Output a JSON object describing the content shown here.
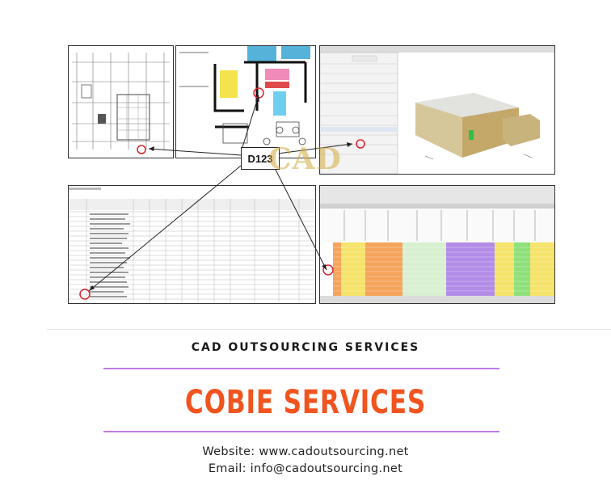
{
  "collage": {
    "callout_label": "D123",
    "watermark": "CAD",
    "accent_colors": {
      "highlight_circle": "#d8232a",
      "sheet_green": "#8ee07a",
      "sheet_orange": "#f5a45c",
      "sheet_purple": "#b38ce8",
      "model_wall": "#cdb98a"
    }
  },
  "tagline": "CAD OUTSOURCING SERVICES",
  "title": "COBIE SERVICES",
  "contact": {
    "website": "Website: www.cadoutsourcing.net",
    "email": "Email: info@cadoutsourcing.net"
  },
  "colors": {
    "title": "#f1541f",
    "rule": "#c07de8",
    "text": "#222222"
  }
}
